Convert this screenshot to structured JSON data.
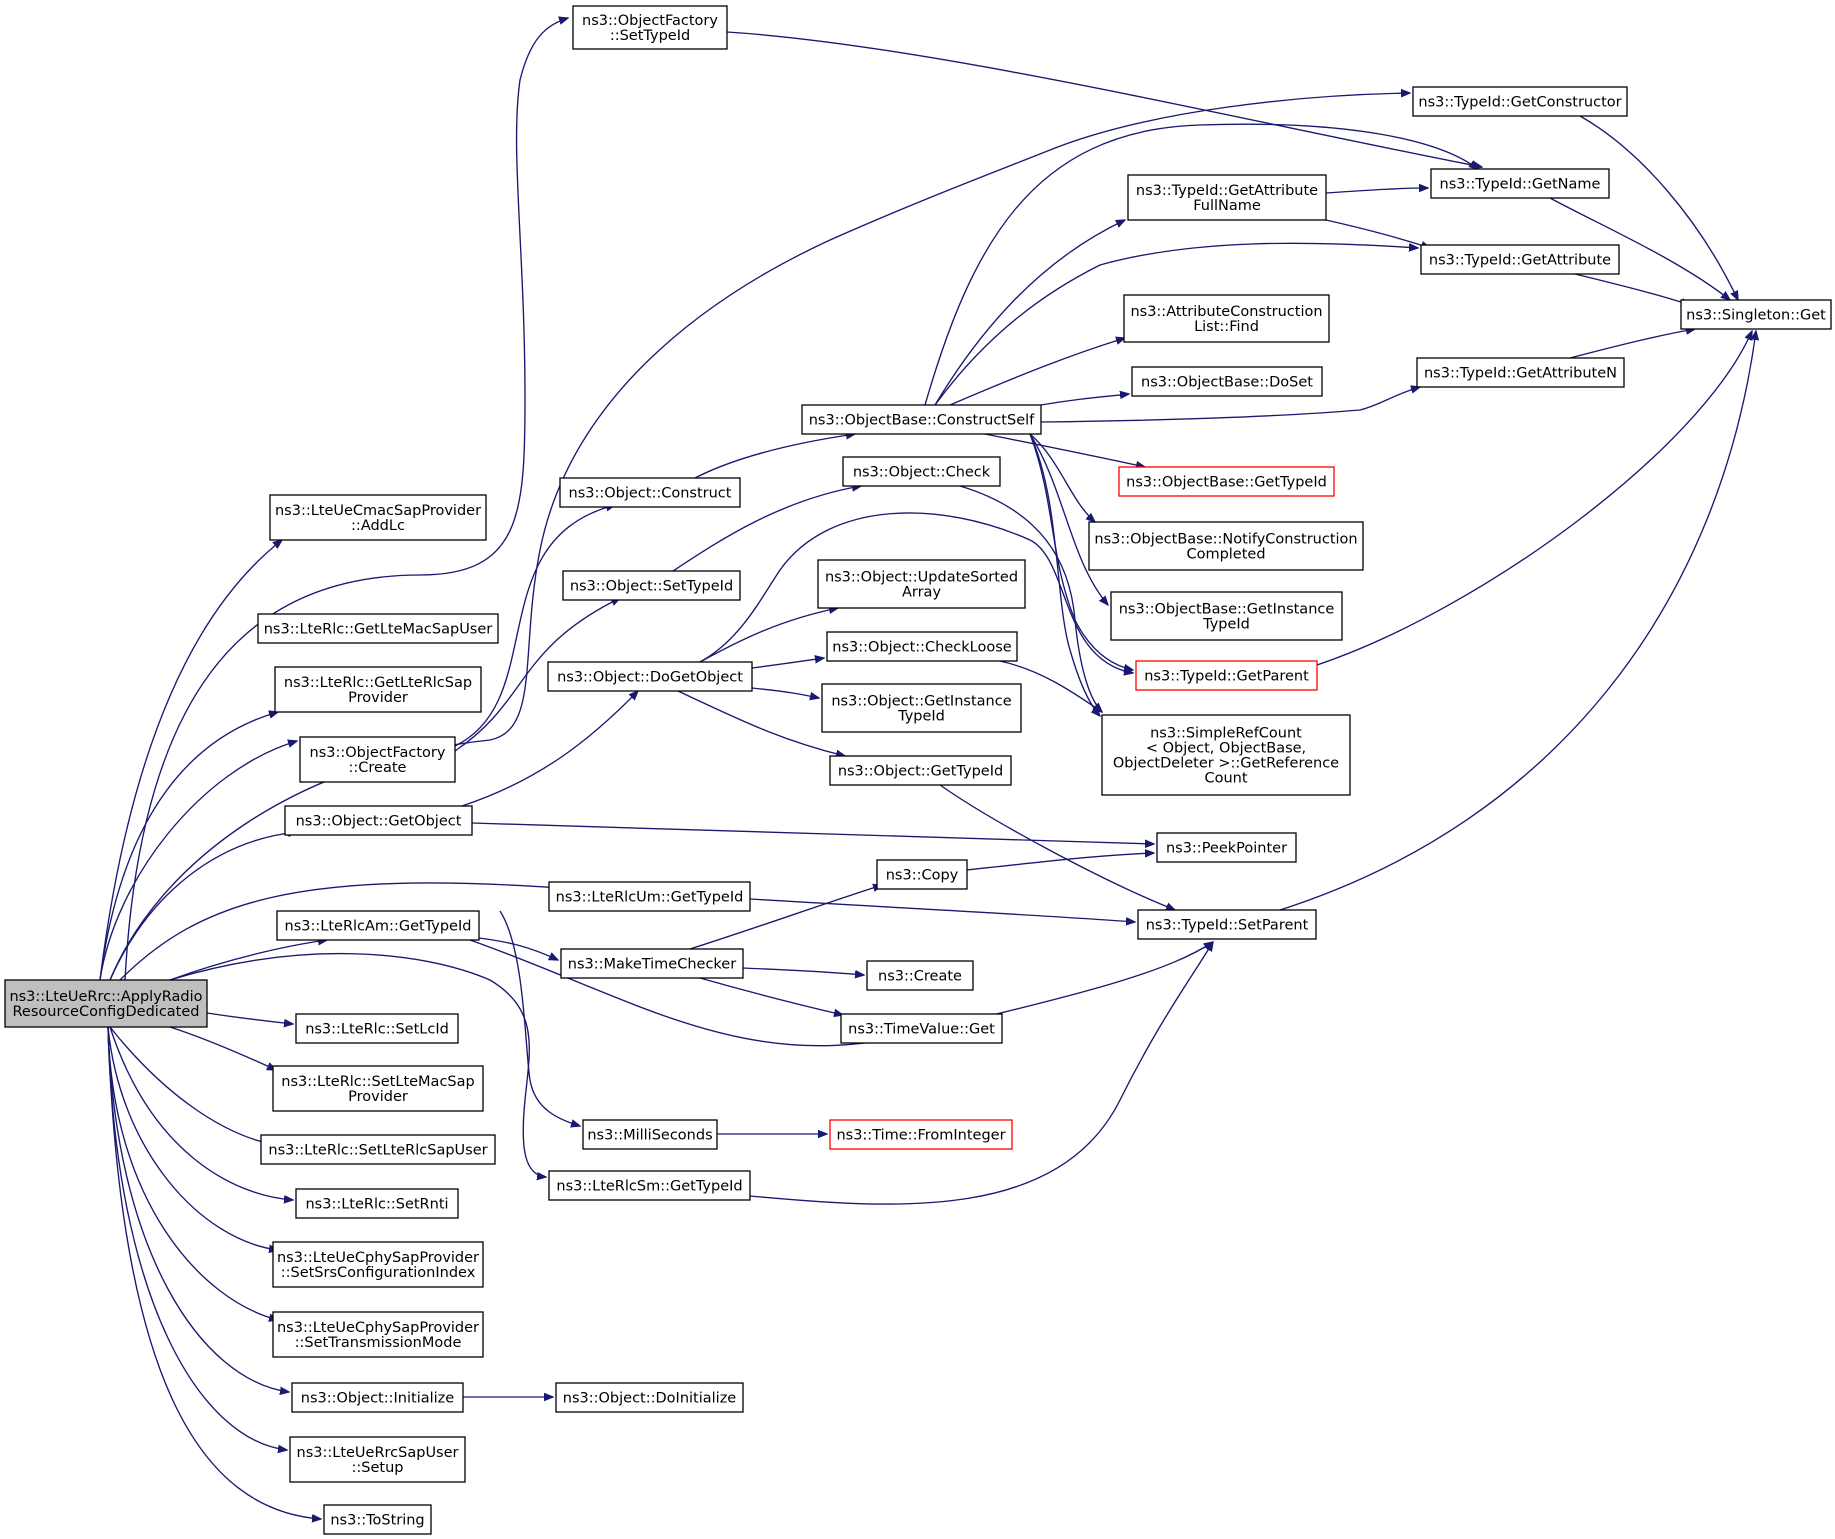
{
  "diagram": {
    "colors": {
      "edge": "#191970",
      "node_border": "#000000",
      "node_border_red": "#ff0000",
      "root_fill": "#bfbfbf",
      "background": "#ffffff"
    },
    "nodes": [
      {
        "id": "root",
        "lines": [
          "ns3::LteUeRrc::ApplyRadio",
          "ResourceConfigDedicated"
        ],
        "style": "root"
      },
      {
        "id": "of_settypeid",
        "lines": [
          "ns3::ObjectFactory",
          "::SetTypeId"
        ]
      },
      {
        "id": "cmac_addlc",
        "lines": [
          "ns3::LteUeCmacSapProvider",
          "::AddLc"
        ]
      },
      {
        "id": "rlc_getmacuser",
        "lines": [
          "ns3::LteRlc::GetLteMacSapUser"
        ]
      },
      {
        "id": "rlc_getrlcsapprov",
        "lines": [
          "ns3::LteRlc::GetLteRlcSap",
          "Provider"
        ]
      },
      {
        "id": "of_create",
        "lines": [
          "ns3::ObjectFactory",
          "::Create"
        ]
      },
      {
        "id": "obj_getobject",
        "lines": [
          "ns3::Object::GetObject"
        ]
      },
      {
        "id": "rlcam_gettypeid",
        "lines": [
          "ns3::LteRlcAm::GetTypeId"
        ]
      },
      {
        "id": "rlc_setlcid",
        "lines": [
          "ns3::LteRlc::SetLcId"
        ]
      },
      {
        "id": "rlc_setmacsapprov",
        "lines": [
          "ns3::LteRlc::SetLteMacSap",
          "Provider"
        ]
      },
      {
        "id": "rlc_setrlcsapuser",
        "lines": [
          "ns3::LteRlc::SetLteRlcSapUser"
        ]
      },
      {
        "id": "rlc_setrnti",
        "lines": [
          "ns3::LteRlc::SetRnti"
        ]
      },
      {
        "id": "cphy_setsrs",
        "lines": [
          "ns3::LteUeCphySapProvider",
          "::SetSrsConfigurationIndex"
        ]
      },
      {
        "id": "cphy_settxmode",
        "lines": [
          "ns3::LteUeCphySapProvider",
          "::SetTransmissionMode"
        ]
      },
      {
        "id": "obj_initialize",
        "lines": [
          "ns3::Object::Initialize"
        ]
      },
      {
        "id": "rrcsapuser_setup",
        "lines": [
          "ns3::LteUeRrcSapUser",
          "::Setup"
        ]
      },
      {
        "id": "tostring",
        "lines": [
          "ns3::ToString"
        ]
      },
      {
        "id": "obj_construct",
        "lines": [
          "ns3::Object::Construct"
        ]
      },
      {
        "id": "obj_settypeid",
        "lines": [
          "ns3::Object::SetTypeId"
        ]
      },
      {
        "id": "obj_dogetobject",
        "lines": [
          "ns3::Object::DoGetObject"
        ]
      },
      {
        "id": "rlcum_gettypeid",
        "lines": [
          "ns3::LteRlcUm::GetTypeId"
        ]
      },
      {
        "id": "maketimechecker",
        "lines": [
          "ns3::MakeTimeChecker"
        ]
      },
      {
        "id": "milliseconds",
        "lines": [
          "ns3::MilliSeconds"
        ]
      },
      {
        "id": "rlcsm_gettypeid",
        "lines": [
          "ns3::LteRlcSm::GetTypeId"
        ]
      },
      {
        "id": "obj_doinitialize",
        "lines": [
          "ns3::Object::DoInitialize"
        ]
      },
      {
        "id": "ob_constructself",
        "lines": [
          "ns3::ObjectBase::ConstructSelf"
        ]
      },
      {
        "id": "obj_check",
        "lines": [
          "ns3::Object::Check"
        ]
      },
      {
        "id": "obj_updatesorted",
        "lines": [
          "ns3::Object::UpdateSorted",
          "Array"
        ]
      },
      {
        "id": "obj_checkloose",
        "lines": [
          "ns3::Object::CheckLoose"
        ]
      },
      {
        "id": "obj_getinstancetypeid",
        "lines": [
          "ns3::Object::GetInstance",
          "TypeId"
        ]
      },
      {
        "id": "obj_gettypeid",
        "lines": [
          "ns3::Object::GetTypeId"
        ]
      },
      {
        "id": "copy",
        "lines": [
          "ns3::Copy"
        ]
      },
      {
        "id": "create",
        "lines": [
          "ns3::Create"
        ]
      },
      {
        "id": "timevalue_get",
        "lines": [
          "ns3::TimeValue::Get"
        ]
      },
      {
        "id": "time_frominteger",
        "lines": [
          "ns3::Time::FromInteger"
        ],
        "style": "red"
      },
      {
        "id": "tid_getattrfullname",
        "lines": [
          "ns3::TypeId::GetAttribute",
          "FullName"
        ]
      },
      {
        "id": "acl_find",
        "lines": [
          "ns3::AttributeConstruction",
          "List::Find"
        ]
      },
      {
        "id": "ob_doset",
        "lines": [
          "ns3::ObjectBase::DoSet"
        ]
      },
      {
        "id": "ob_gettypeid",
        "lines": [
          "ns3::ObjectBase::GetTypeId"
        ],
        "style": "red"
      },
      {
        "id": "ob_notifyconstruction",
        "lines": [
          "ns3::ObjectBase::NotifyConstruction",
          "Completed"
        ]
      },
      {
        "id": "ob_getinstancetypeid",
        "lines": [
          "ns3::ObjectBase::GetInstance",
          "TypeId"
        ]
      },
      {
        "id": "tid_getparent",
        "lines": [
          "ns3::TypeId::GetParent"
        ],
        "style": "red"
      },
      {
        "id": "simplerefcount",
        "lines": [
          "ns3::SimpleRefCount",
          "< Object, ObjectBase,",
          " ObjectDeleter >::GetReference",
          "Count"
        ]
      },
      {
        "id": "peekpointer",
        "lines": [
          "ns3::PeekPointer"
        ]
      },
      {
        "id": "tid_setparent",
        "lines": [
          "ns3::TypeId::SetParent"
        ]
      },
      {
        "id": "tid_getconstructor",
        "lines": [
          "ns3::TypeId::GetConstructor"
        ]
      },
      {
        "id": "tid_getname",
        "lines": [
          "ns3::TypeId::GetName"
        ]
      },
      {
        "id": "tid_getattribute",
        "lines": [
          "ns3::TypeId::GetAttribute"
        ]
      },
      {
        "id": "tid_getattributen",
        "lines": [
          "ns3::TypeId::GetAttributeN"
        ]
      },
      {
        "id": "singleton_get",
        "lines": [
          "ns3::Singleton::Get"
        ]
      }
    ]
  }
}
